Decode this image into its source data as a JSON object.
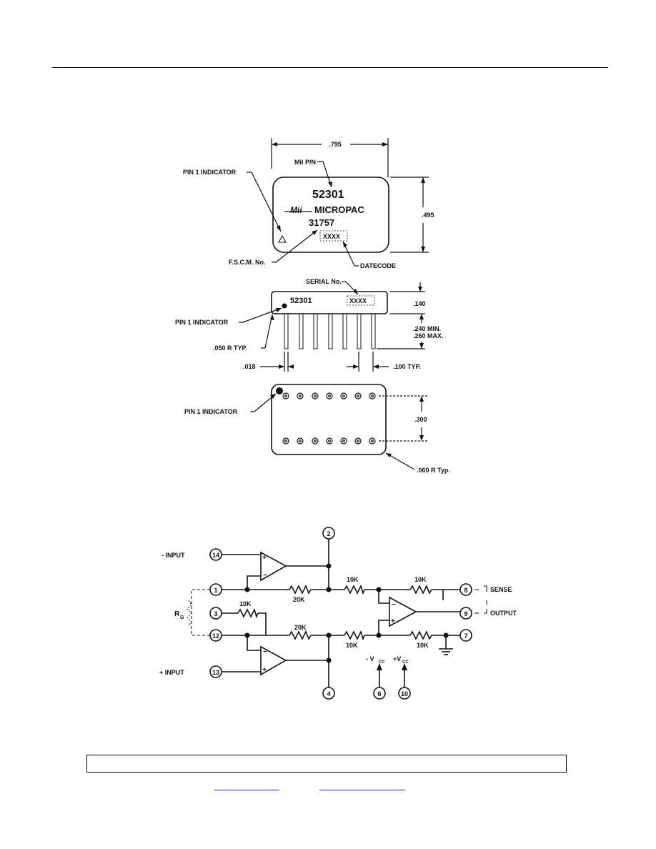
{
  "package": {
    "top_view": {
      "width_dim": ".795",
      "height_dim": ".495",
      "part_number": "52301",
      "brand": "MICROPAC",
      "logo_text": "Mii",
      "fscm": "31757",
      "datecode_box": "XXXX",
      "callouts": {
        "mil_pn": "Mil P/N",
        "pin1": "PIN 1 INDICATOR",
        "fscm_no": "F.S.C.M. No.",
        "datecode": "DATECODE"
      }
    },
    "side_view": {
      "part_number": "52301",
      "serial_box": "XXXX",
      "body_dim": ".140",
      "lead_dim_min": ".240 MIN.",
      "lead_dim_max": ".260 MAX.",
      "callouts": {
        "serial": "SERIAL No.",
        "pin1": "PIN 1 INDICATOR",
        "radius": ".050 R TYP.",
        "lead_width": ".018",
        "pitch": ".100 TYP."
      }
    },
    "bottom_view": {
      "row_spacing": ".300",
      "callouts": {
        "pin1": "PIN 1  INDICATOR",
        "radius": ".060 R Typ."
      }
    }
  },
  "schematic": {
    "labels": {
      "minus_input": "- INPUT",
      "plus_input": "+ INPUT",
      "rg": "R",
      "rg_sub": "G",
      "sense": "SENSE",
      "output": "OUTPUT",
      "vcc_minus": "- V",
      "vcc_plus": "+V",
      "vcc_sub": "CC"
    },
    "resistors": {
      "r_top_left": "20K",
      "r_top_mid": "10K",
      "r_top_right": "10K",
      "r_gain": "10K",
      "r_bot_left": "20K",
      "r_bot_mid": "10K",
      "r_bot_right": "10K"
    },
    "pins": {
      "p14": "14",
      "p1": "1",
      "p3": "3",
      "p12": "12",
      "p13": "13",
      "p2": "2",
      "p4": "4",
      "p6": "6",
      "p10": "10",
      "p8": "8",
      "p9": "9",
      "p7": "7"
    }
  }
}
